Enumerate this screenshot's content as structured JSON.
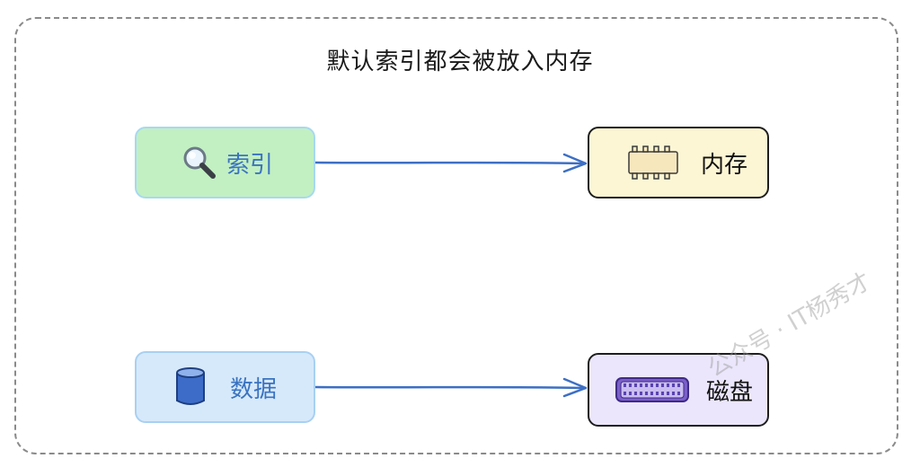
{
  "title": "默认索引都会被放入内存",
  "nodes": {
    "index": {
      "label": "索引",
      "icon": "magnifier-icon",
      "color": "#c2f0c2"
    },
    "data": {
      "label": "数据",
      "icon": "database-cylinder-icon",
      "color": "#d6e9fb"
    },
    "memory": {
      "label": "内存",
      "icon": "memory-chip-icon",
      "color": "#fdf6d4"
    },
    "disk": {
      "label": "磁盘",
      "icon": "disk-connector-icon",
      "color": "#ebe6fb"
    }
  },
  "edges": [
    {
      "from": "索引",
      "to": "内存"
    },
    {
      "from": "数据",
      "to": "磁盘"
    }
  ],
  "watermark": "公众号 · IT杨秀才",
  "colors": {
    "arrow": "#3d6fc4",
    "frame": "#8a8a8a"
  }
}
